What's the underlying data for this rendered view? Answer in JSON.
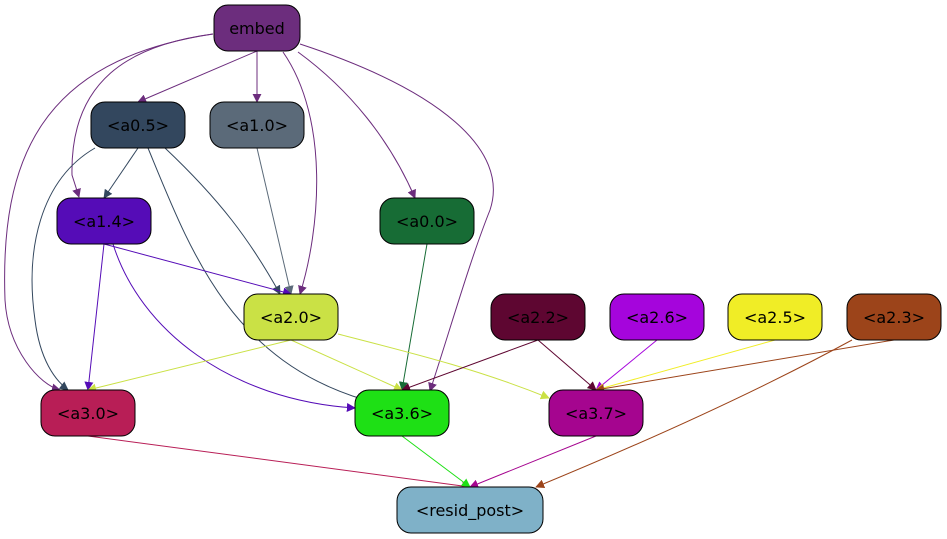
{
  "nodes": [
    {
      "id": "embed",
      "label": "embed",
      "color": "#6c2d7d",
      "text_color": "#000000"
    },
    {
      "id": "a0_5",
      "label": "<a0.5>",
      "color": "#33475e",
      "text_color": "#000000"
    },
    {
      "id": "a1_0",
      "label": "<a1.0>",
      "color": "#5b6a79",
      "text_color": "#000000"
    },
    {
      "id": "a1_4",
      "label": "<a1.4>",
      "color": "#550cb7",
      "text_color": "#000000"
    },
    {
      "id": "a0_0",
      "label": "<a0.0>",
      "color": "#176c35",
      "text_color": "#000000"
    },
    {
      "id": "a2_0",
      "label": "<a2.0>",
      "color": "#cae145",
      "text_color": "#000000"
    },
    {
      "id": "a2_2",
      "label": "<a2.2>",
      "color": "#5e0631",
      "text_color": "#000000"
    },
    {
      "id": "a2_6",
      "label": "<a2.6>",
      "color": "#a505dc",
      "text_color": "#000000"
    },
    {
      "id": "a2_5",
      "label": "<a2.5>",
      "color": "#f0ed26",
      "text_color": "#000000"
    },
    {
      "id": "a2_3",
      "label": "<a2.3>",
      "color": "#9c441a",
      "text_color": "#000000"
    },
    {
      "id": "a3_0",
      "label": "<a3.0>",
      "color": "#b81e56",
      "text_color": "#000000"
    },
    {
      "id": "a3_6",
      "label": "<a3.6>",
      "color": "#1ee015",
      "text_color": "#000000"
    },
    {
      "id": "a3_7",
      "label": "<a3.7>",
      "color": "#a5058f",
      "text_color": "#000000"
    },
    {
      "id": "resid_post",
      "label": "<resid_post>",
      "color": "#7fb1c8",
      "text_color": "#000000"
    }
  ],
  "edges": [
    {
      "from": "embed",
      "to": "a0_5",
      "color": "#6c2d7d"
    },
    {
      "from": "embed",
      "to": "a1_0",
      "color": "#6c2d7d"
    },
    {
      "from": "embed",
      "to": "a1_4",
      "color": "#6c2d7d"
    },
    {
      "from": "embed",
      "to": "a0_0",
      "color": "#6c2d7d"
    },
    {
      "from": "embed",
      "to": "a2_0",
      "color": "#6c2d7d"
    },
    {
      "from": "embed",
      "to": "a3_0",
      "color": "#6c2d7d"
    },
    {
      "from": "embed",
      "to": "a3_6",
      "color": "#6c2d7d"
    },
    {
      "from": "a0_5",
      "to": "a1_4",
      "color": "#33475e"
    },
    {
      "from": "a0_5",
      "to": "a2_0",
      "color": "#33475e"
    },
    {
      "from": "a0_5",
      "to": "a3_0",
      "color": "#33475e"
    },
    {
      "from": "a0_5",
      "to": "a3_6",
      "color": "#33475e"
    },
    {
      "from": "a1_0",
      "to": "a2_0",
      "color": "#5b6a79"
    },
    {
      "from": "a1_4",
      "to": "a2_0",
      "color": "#550cb7"
    },
    {
      "from": "a1_4",
      "to": "a3_0",
      "color": "#550cb7"
    },
    {
      "from": "a1_4",
      "to": "a3_6",
      "color": "#550cb7"
    },
    {
      "from": "a0_0",
      "to": "a3_6",
      "color": "#176c35"
    },
    {
      "from": "a2_0",
      "to": "a3_0",
      "color": "#cae145"
    },
    {
      "from": "a2_0",
      "to": "a3_6",
      "color": "#cae145"
    },
    {
      "from": "a2_0",
      "to": "a3_7",
      "color": "#cae145"
    },
    {
      "from": "a2_2",
      "to": "a3_6",
      "color": "#5e0631"
    },
    {
      "from": "a2_2",
      "to": "a3_7",
      "color": "#5e0631"
    },
    {
      "from": "a2_6",
      "to": "a3_7",
      "color": "#a505dc"
    },
    {
      "from": "a2_5",
      "to": "a3_7",
      "color": "#f0ed26"
    },
    {
      "from": "a2_3",
      "to": "a3_7",
      "color": "#9c441a"
    },
    {
      "from": "a2_3",
      "to": "resid_post",
      "color": "#9c441a"
    },
    {
      "from": "a3_0",
      "to": "resid_post",
      "color": "#b81e56"
    },
    {
      "from": "a3_6",
      "to": "resid_post",
      "color": "#1ee015"
    },
    {
      "from": "a3_7",
      "to": "resid_post",
      "color": "#a5058f"
    }
  ]
}
